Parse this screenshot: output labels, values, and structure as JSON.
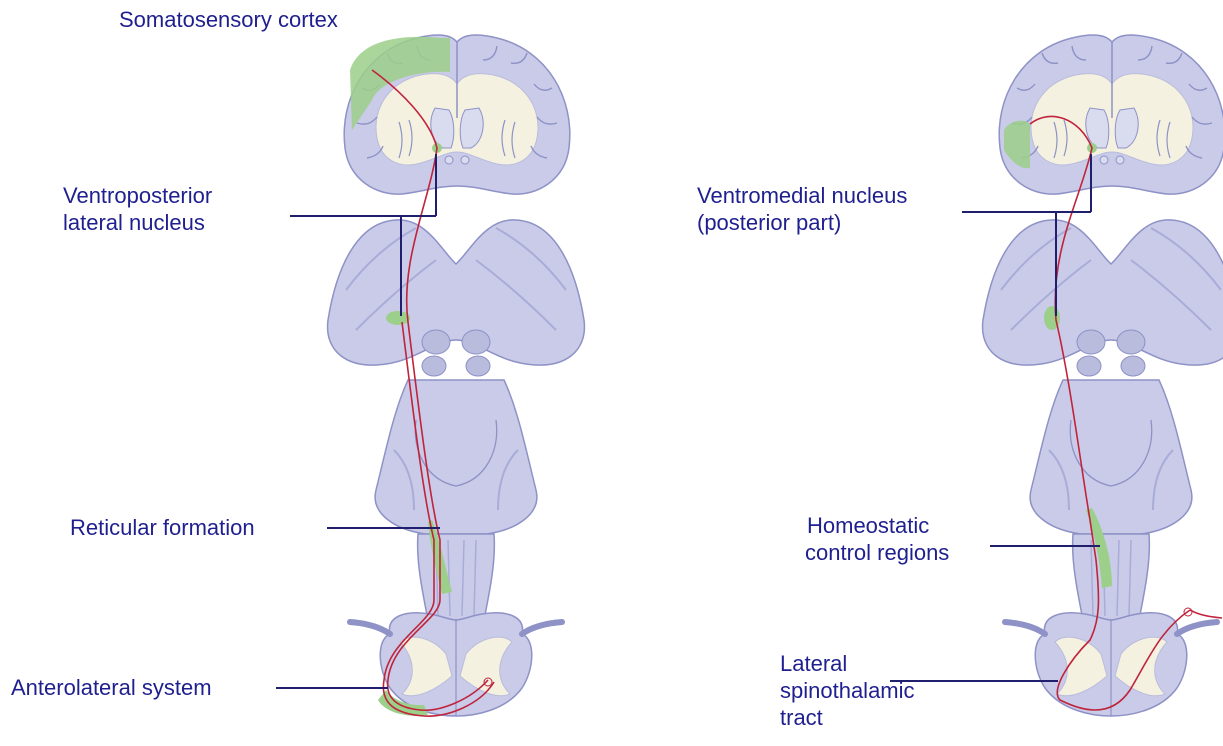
{
  "colors": {
    "label_text": "#1f1f8f",
    "leader_line": "#1f1f6e",
    "tissue_fill": "#c9cbe8",
    "tissue_dark": "#a9acd8",
    "tissue_edge": "#8e92c6",
    "white_matter": "#f4f1e0",
    "highlight_region": "#9ccf8a",
    "pathway_fiber": "#c0233b"
  },
  "left_panel": {
    "labels": {
      "somatosensory_cortex": "Somatosensory cortex",
      "vpl_line1": "Ventroposterior",
      "vpl_line2": "lateral nucleus",
      "reticular_formation": "Reticular formation",
      "anterolateral_system": "Anterolateral system"
    }
  },
  "right_panel": {
    "labels": {
      "vm_line1": "Ventromedial nucleus",
      "vm_line2": "(posterior part)",
      "homeo_line1": "Homeostatic",
      "homeo_line2": "control regions",
      "lst_line1": "Lateral",
      "lst_line2": "spinothalamic",
      "lst_line3": "tract"
    }
  }
}
